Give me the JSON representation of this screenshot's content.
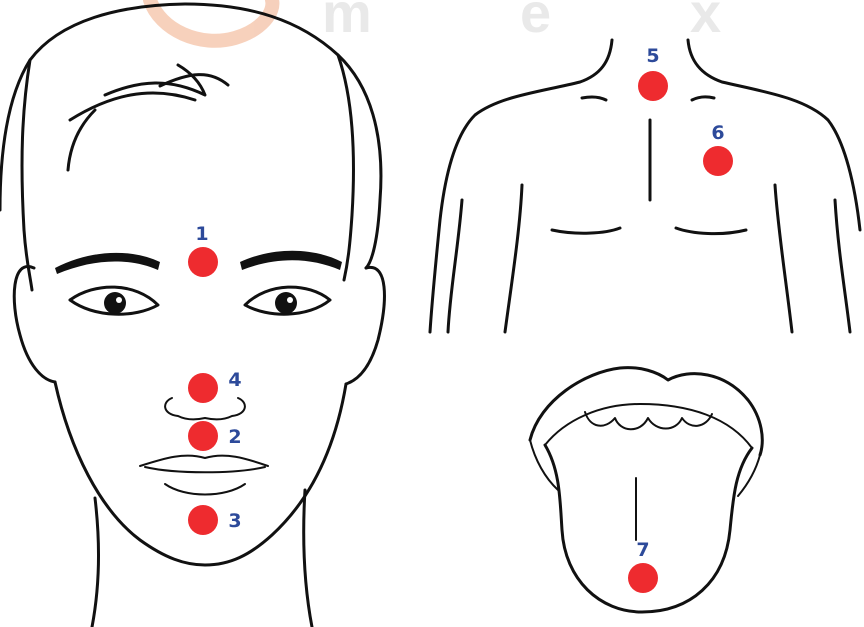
{
  "colors": {
    "dot": "#ee2b2f",
    "label": "#2d4a9a",
    "watermark_text": "#e2e2e2",
    "watermark_logo": "#f4c1a6"
  },
  "watermark": {
    "letters": [
      "m",
      "e",
      "x"
    ]
  },
  "points": [
    {
      "id": "1",
      "label": "1",
      "region": "face"
    },
    {
      "id": "2",
      "label": "2",
      "region": "face"
    },
    {
      "id": "3",
      "label": "3",
      "region": "face"
    },
    {
      "id": "4",
      "label": "4",
      "region": "face"
    },
    {
      "id": "5",
      "label": "5",
      "region": "torso"
    },
    {
      "id": "6",
      "label": "6",
      "region": "torso"
    },
    {
      "id": "7",
      "label": "7",
      "region": "tongue"
    }
  ]
}
